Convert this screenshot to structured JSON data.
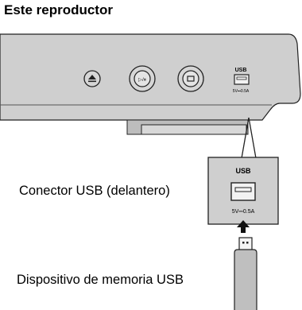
{
  "header": {
    "title": "Este reproductor"
  },
  "player": {
    "usb_label": "USB",
    "usb_rating": "5V⎓0.5A",
    "play_pause_symbol": "▷/⏸",
    "icons": [
      "eject-icon",
      "play-pause-icon",
      "stop-icon",
      "usb-port-icon"
    ]
  },
  "detail": {
    "usb_label": "USB",
    "usb_rating": "5V⎓0.5A",
    "connector_label": "Conector USB (delantero)",
    "device_label": "Dispositivo de memoria USB"
  },
  "colors": {
    "panel": "#cfcfcf",
    "panel_light": "#e4e4e4",
    "device": "#bfbfbf",
    "outline": "#222222"
  }
}
